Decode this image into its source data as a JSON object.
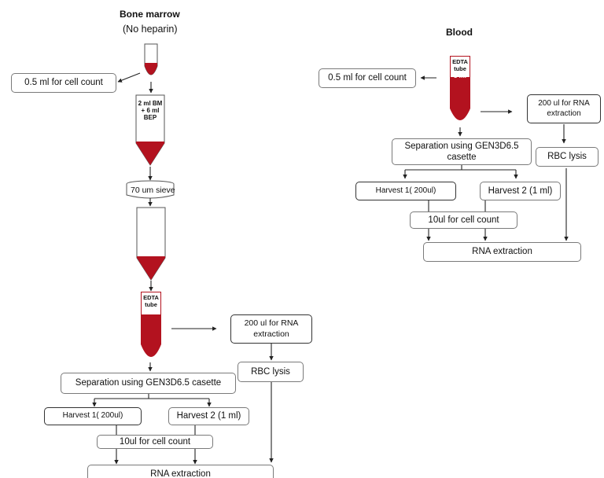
{
  "bone_marrow": {
    "title": "Bone marrow",
    "subtitle": "(No heparin)",
    "cell_count_box": "0.5 ml for cell count",
    "bep_tube_label": "2 ml BM\n+ 6 ml\nBEP",
    "sieve_label": "70 um sieve",
    "edta_tube_label": "EDTA\ntube",
    "rna_split_box": "200 ul for RNA\nextraction",
    "rbc_lysis_box": "RBC lysis",
    "separation_box": "Separation using GEN3D6.5 casette",
    "harvest1_box": "Harvest 1( 200ul)",
    "harvest2_box": "Harvest 2 (1 ml)",
    "cell_count_10ul_box": "10ul for cell count",
    "rna_extraction_box": "RNA extraction"
  },
  "blood": {
    "title": "Blood",
    "cell_count_box": "0.5 ml for cell count",
    "edta_tube_label": "EDTA\ntube",
    "edta_tube_volume": "8 ml",
    "rna_split_box": "200 ul for RNA\nextraction",
    "rbc_lysis_box": "RBC lysis",
    "separation_box": "Separation using GEN3D6.5\ncasette",
    "harvest1_box": "Harvest 1( 200ul)",
    "harvest2_box": "Harvest 2 (1 ml)",
    "cell_count_10ul_box": "10ul for cell count",
    "rna_extraction_box": "RNA extraction"
  },
  "colors": {
    "blood_red": "#b3121f",
    "line": "#222222",
    "box_border": "#7a7a7a"
  }
}
